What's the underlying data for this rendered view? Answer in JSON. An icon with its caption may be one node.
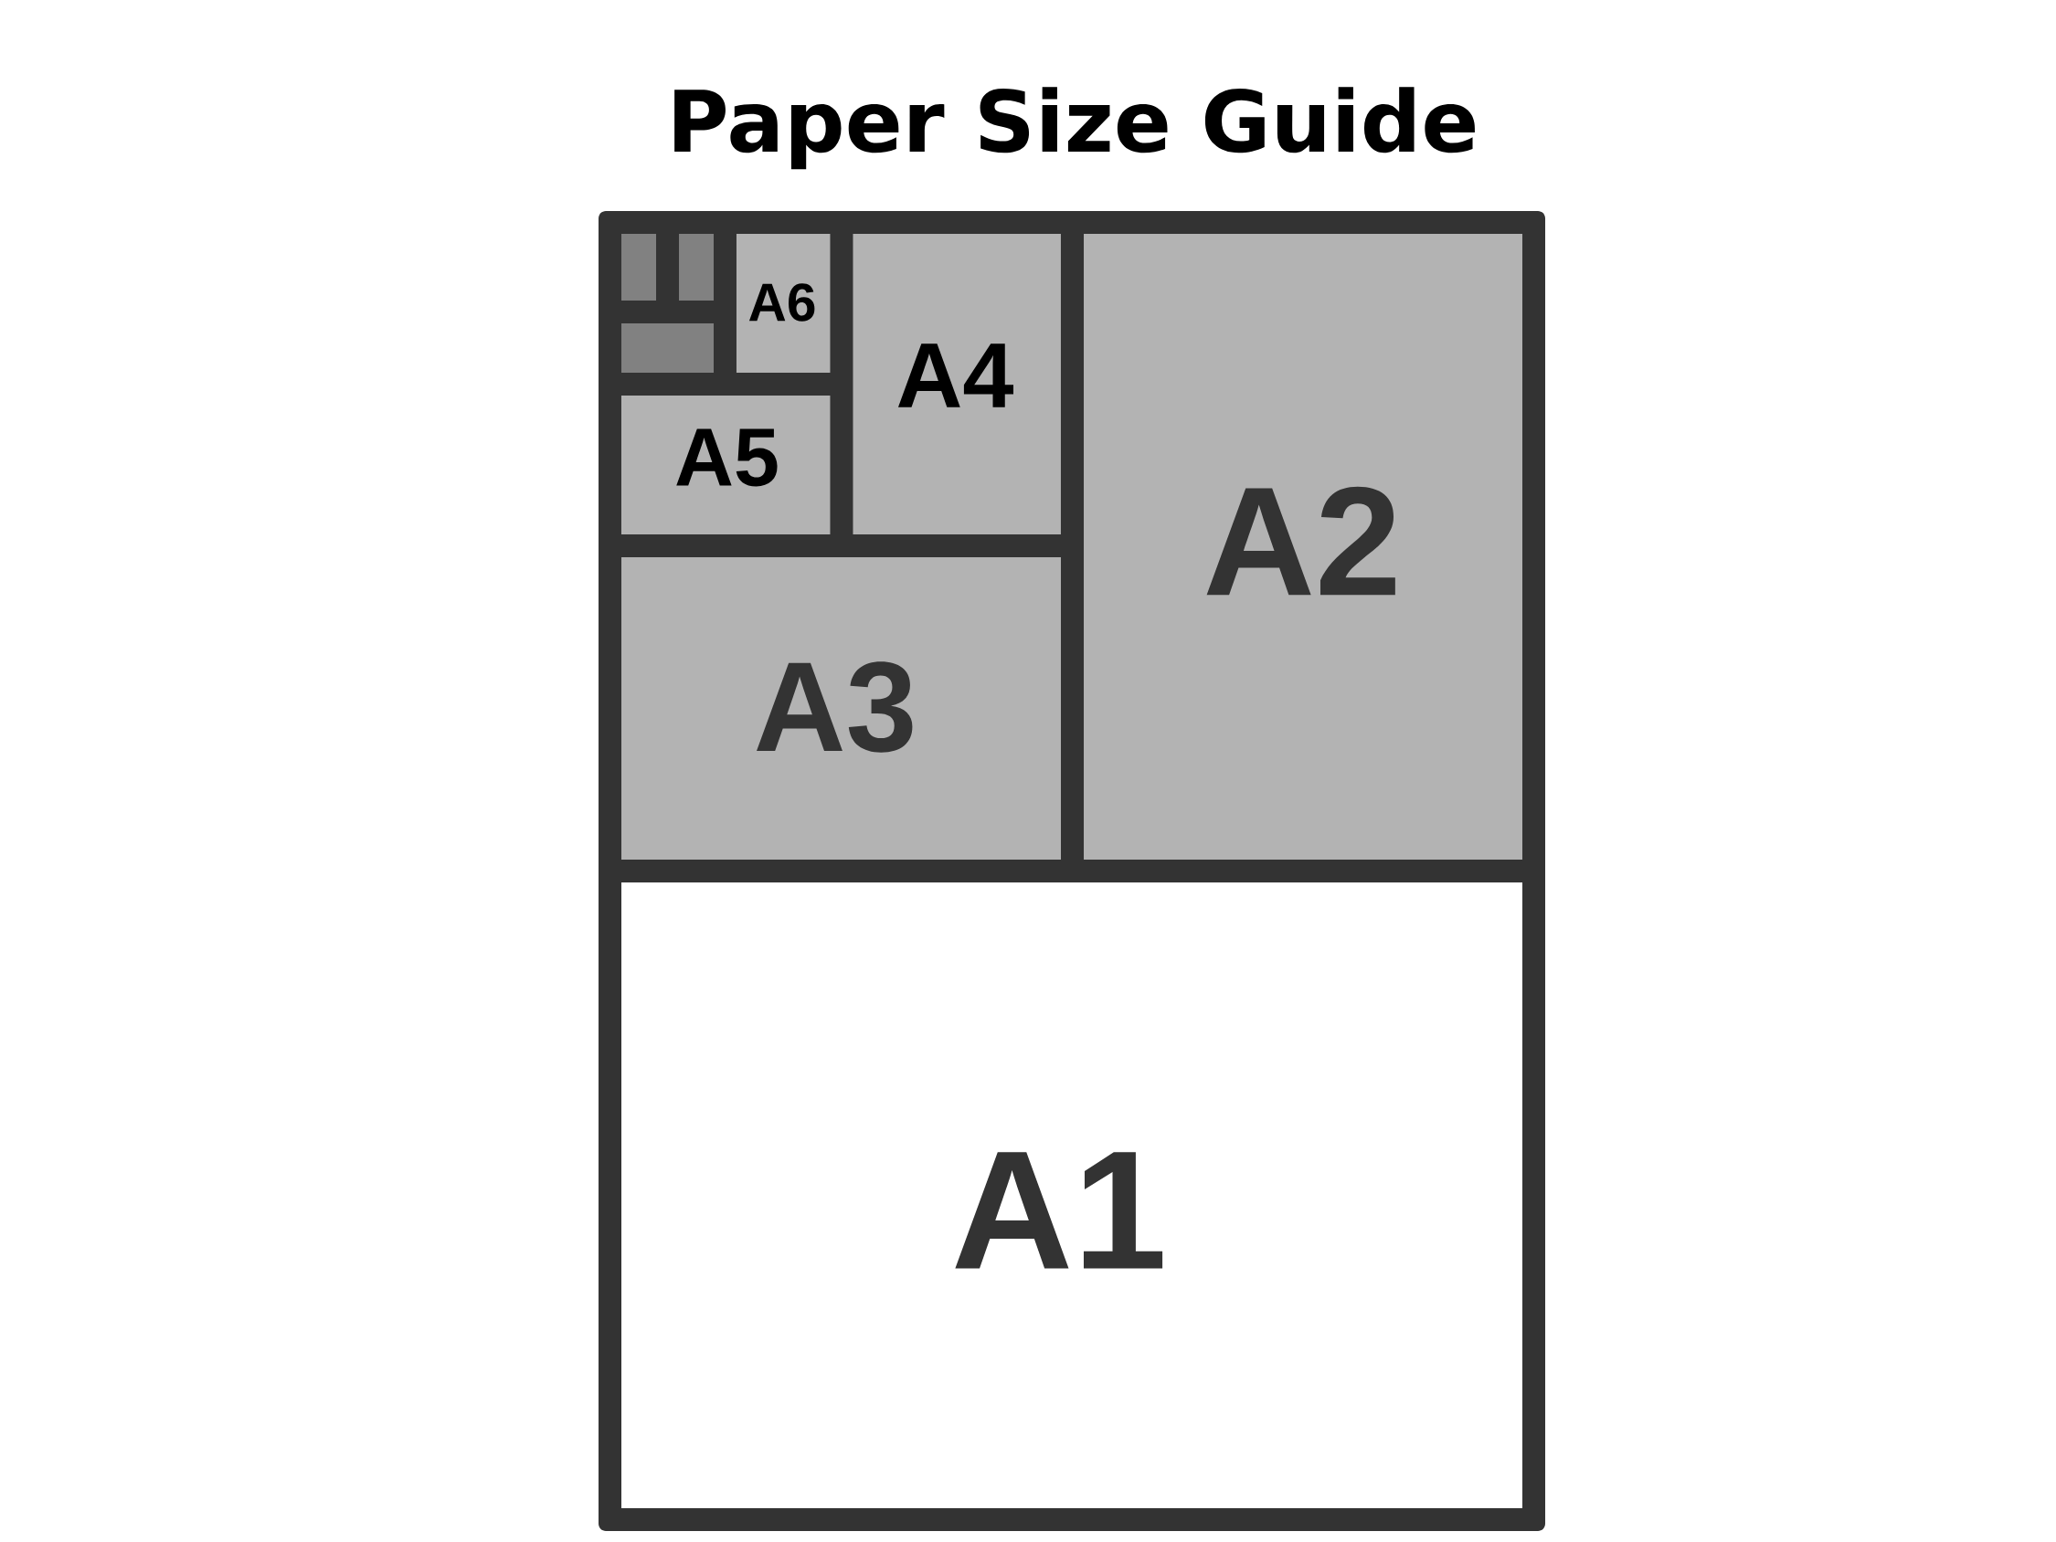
{
  "diagram": {
    "title": "Paper Size Guide",
    "nodes": [
      {
        "text": [],
        "shape": "box"
      },
      {
        "text": [],
        "shape": "box"
      },
      {
        "text": [
          "A6"
        ]
      },
      {
        "text": [
          "A4"
        ]
      },
      {
        "text": [
          "A2"
        ]
      },
      {
        "text": [],
        "shape": "box"
      },
      {
        "text": [
          "A5"
        ]
      },
      {
        "text": [
          "A3"
        ]
      },
      {
        "text": [
          "A1"
        ]
      }
    ]
  }
}
